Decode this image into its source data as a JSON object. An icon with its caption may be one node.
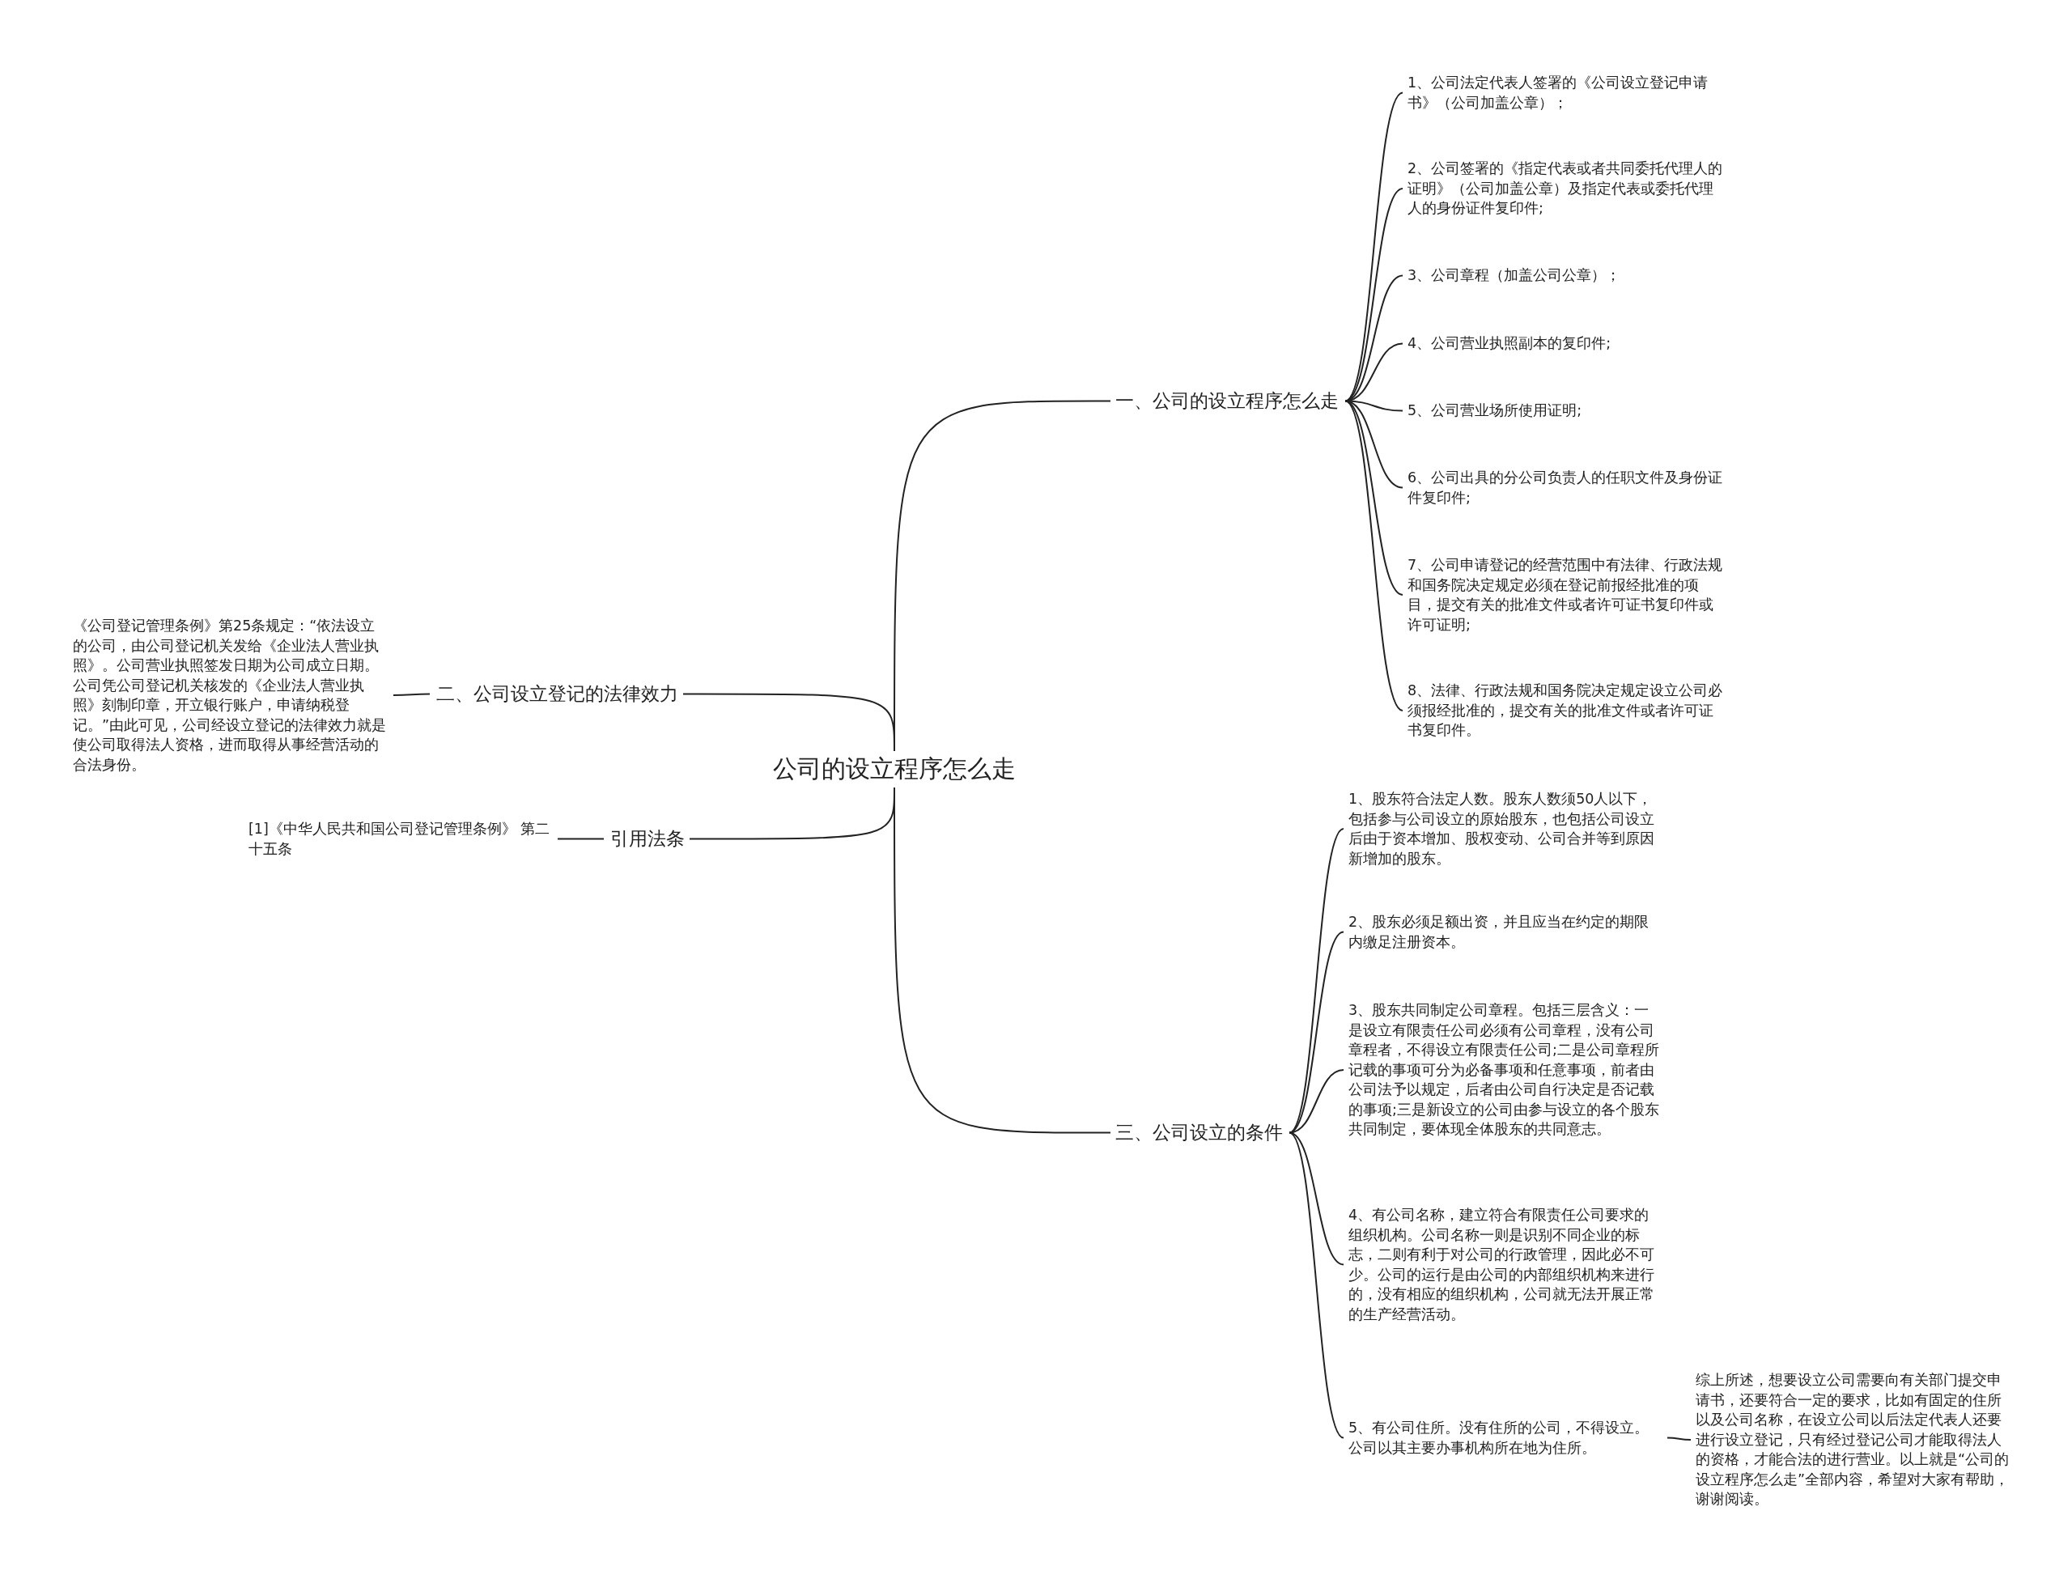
{
  "diagram": {
    "nodes": [
      {
        "text": [
          "公司的设立程序怎么走"
        ]
      },
      {
        "text": [
          "一、公司的设立程序怎么走"
        ]
      },
      {
        "text": [
          "1、公司法定代表人签署的《公司设立登记申请书》（公司加盖公章）；"
        ]
      },
      {
        "text": [
          "2、公司签署的《指定代表或者共同委托代理人的证明》（公司加盖公章）及指定代表或委托代理人的身份证件复印件;"
        ]
      },
      {
        "text": [
          "3、公司章程（加盖公司公章）；"
        ]
      },
      {
        "text": [
          "4、公司营业执照副本的复印件;"
        ]
      },
      {
        "text": [
          "5、公司营业场所使用证明;"
        ]
      },
      {
        "text": [
          "6、公司出具的分公司负责人的任职文件及身份证件复印件;"
        ]
      },
      {
        "text": [
          "7、公司申请登记的经营范围中有法律、行政法规和国务院决定规定必须在登记前报经批准的项目，提交有关的批准文件或者许可证书复印件或许可证明;"
        ]
      },
      {
        "text": [
          "8、法律、行政法规和国务院决定规定设立公司必须报经批准的，提交有关的批准文件或者许可证书复印件。"
        ]
      },
      {
        "text": [
          "二、公司设立登记的法律效力"
        ]
      },
      {
        "text": [
          "《公司登记管理条例》第25条规定：“依法设立的公司，由公司登记机关发给《企业法人营业执照》。公司营业执照签发日期为公司成立日期。公司凭公司登记机关核发的《企业法人营业执照》刻制印章，开立银行账户，申请纳税登记。”由此可见，公司经设立登记的法律效力就是使公司取得法人资格，进而取得从事经营活动的合法身份。"
        ]
      },
      {
        "text": [
          "引用法条"
        ]
      },
      {
        "text": [
          "[1]《中华人民共和国公司登记管理条例》 第二十五条"
        ]
      },
      {
        "text": [
          "三、公司设立的条件"
        ]
      },
      {
        "text": [
          "1、股东符合法定人数。股东人数须50人以下，包括参与公司设立的原始股东，也包括公司设立后由于资本增加、股权变动、公司合并等到原因新增加的股东。"
        ]
      },
      {
        "text": [
          "2、股东必须足额出资，并且应当在约定的期限内缴足注册资本。"
        ]
      },
      {
        "text": [
          "3、股东共同制定公司章程。包括三层含义：一是设立有限责任公司必须有公司章程，没有公司章程者，不得设立有限责任公司;二是公司章程所记载的事项可分为必备事项和任意事项，前者由公司法予以规定，后者由公司自行决定是否记载的事项;三是新设立的公司由参与设立的各个股东共同制定，要体现全体股东的共同意志。"
        ]
      },
      {
        "text": [
          "4、有公司名称，建立符合有限责任公司要求的组织机构。公司名称一则是识别不同企业的标志，二则有利于对公司的行政管理，因此必不可少。公司的运行是由公司的内部组织机构来进行的，没有相应的组织机构，公司就无法开展正常的生产经营活动。"
        ]
      },
      {
        "text": [
          "5、有公司住所。没有住所的公司，不得设立。公司以其主要办事机构所在地为住所。"
        ]
      },
      {
        "text": [
          "综上所述，想要设立公司需要向有关部门提交申请书，还要符合一定的要求，比如有固定的住所以及公司名称，在设立公司以后法定代表人还要进行设立登记，只有经过登记公司才能取得法人的资格，才能合法的进行营业。以上就是“公司的设立程序怎么走”全部内容，希望对大家有帮助，谢谢阅读。"
        ]
      }
    ],
    "edges": [
      {
        "from": 0,
        "to": 1,
        "arrow": "none"
      },
      {
        "from": 1,
        "to": 2,
        "arrow": "none"
      },
      {
        "from": 1,
        "to": 3,
        "arrow": "none"
      },
      {
        "from": 1,
        "to": 4,
        "arrow": "none"
      },
      {
        "from": 1,
        "to": 5,
        "arrow": "none"
      },
      {
        "from": 1,
        "to": 6,
        "arrow": "none"
      },
      {
        "from": 1,
        "to": 7,
        "arrow": "none"
      },
      {
        "from": 1,
        "to": 8,
        "arrow": "none"
      },
      {
        "from": 1,
        "to": 9,
        "arrow": "none"
      },
      {
        "from": 0,
        "to": 10,
        "arrow": "none"
      },
      {
        "from": 10,
        "to": 11,
        "arrow": "none"
      },
      {
        "from": 0,
        "to": 12,
        "arrow": "none"
      },
      {
        "from": 12,
        "to": 13,
        "arrow": "none"
      },
      {
        "from": 0,
        "to": 14,
        "arrow": "none"
      },
      {
        "from": 14,
        "to": 15,
        "arrow": "none"
      },
      {
        "from": 14,
        "to": 16,
        "arrow": "none"
      },
      {
        "from": 14,
        "to": 17,
        "arrow": "none"
      },
      {
        "from": 14,
        "to": 18,
        "arrow": "none"
      },
      {
        "from": 14,
        "to": 19,
        "arrow": "none"
      },
      {
        "from": 19,
        "to": 20,
        "arrow": "none"
      }
    ]
  }
}
